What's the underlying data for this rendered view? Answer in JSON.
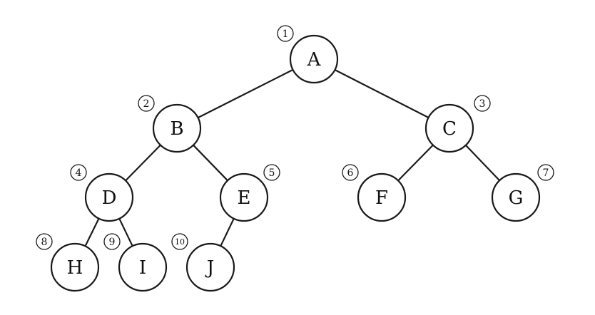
{
  "tree": {
    "nodes": [
      {
        "id": "a",
        "label": "A",
        "order": "1"
      },
      {
        "id": "b",
        "label": "B",
        "order": "2"
      },
      {
        "id": "c",
        "label": "C",
        "order": "3"
      },
      {
        "id": "d",
        "label": "D",
        "order": "4"
      },
      {
        "id": "e",
        "label": "E",
        "order": "5"
      },
      {
        "id": "f",
        "label": "F",
        "order": "6"
      },
      {
        "id": "g",
        "label": "G",
        "order": "7"
      },
      {
        "id": "h",
        "label": "H",
        "order": "8"
      },
      {
        "id": "i",
        "label": "I",
        "order": "9"
      },
      {
        "id": "j",
        "label": "J",
        "order": "10"
      }
    ],
    "edges": [
      {
        "from": "A",
        "to": "B"
      },
      {
        "from": "A",
        "to": "C"
      },
      {
        "from": "B",
        "to": "D"
      },
      {
        "from": "B",
        "to": "E"
      },
      {
        "from": "C",
        "to": "F"
      },
      {
        "from": "C",
        "to": "G"
      },
      {
        "from": "D",
        "to": "H"
      },
      {
        "from": "D",
        "to": "I"
      },
      {
        "from": "E",
        "to": "J"
      }
    ]
  }
}
